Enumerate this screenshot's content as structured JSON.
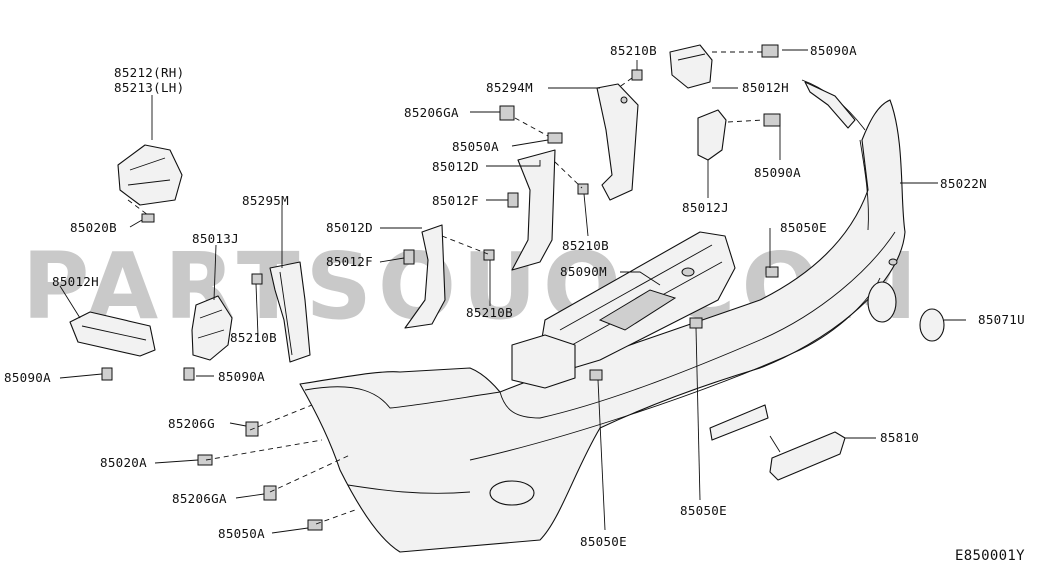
{
  "diagram_code": "E850001Y",
  "watermark_logo": "PARTSOUQ.COM",
  "callouts": [
    {
      "id": "c-85212-rh",
      "text": "85212(RH)"
    },
    {
      "id": "c-85213-lh",
      "text": "85213(LH)"
    },
    {
      "id": "c-85020b",
      "text": "85020B"
    },
    {
      "id": "c-85012h-left",
      "text": "85012H"
    },
    {
      "id": "c-85090a-left",
      "text": "85090A"
    },
    {
      "id": "c-85013j",
      "text": "85013J"
    },
    {
      "id": "c-85210b-left",
      "text": "85210B"
    },
    {
      "id": "c-85090a-mid",
      "text": "85090A"
    },
    {
      "id": "c-85295m",
      "text": "85295M"
    },
    {
      "id": "c-85206g",
      "text": "85206G"
    },
    {
      "id": "c-85020a",
      "text": "85020A"
    },
    {
      "id": "c-85206ga-bottom",
      "text": "85206GA"
    },
    {
      "id": "c-85050a-bottom",
      "text": "85050A"
    },
    {
      "id": "c-85206ga-top",
      "text": "85206GA"
    },
    {
      "id": "c-85050a-top",
      "text": "85050A"
    },
    {
      "id": "c-85012d-upper",
      "text": "85012D"
    },
    {
      "id": "c-85012f-upper",
      "text": "85012F"
    },
    {
      "id": "c-85012d-lower",
      "text": "85012D"
    },
    {
      "id": "c-85012f-lower",
      "text": "85012F"
    },
    {
      "id": "c-85210b-center",
      "text": "85210B"
    },
    {
      "id": "c-85294m",
      "text": "85294M"
    },
    {
      "id": "c-85210b-top",
      "text": "85210B"
    },
    {
      "id": "c-85210b-right",
      "text": "85210B"
    },
    {
      "id": "c-85090a-top-right",
      "text": "85090A"
    },
    {
      "id": "c-85012h-right",
      "text": "85012H"
    },
    {
      "id": "c-85090a-right",
      "text": "85090A"
    },
    {
      "id": "c-85012j",
      "text": "85012J"
    },
    {
      "id": "c-85090m",
      "text": "85090M"
    },
    {
      "id": "c-85050e-upper",
      "text": "85050E"
    },
    {
      "id": "c-85022n",
      "text": "85022N"
    },
    {
      "id": "c-85071u",
      "text": "85071U"
    },
    {
      "id": "c-85810",
      "text": "85810"
    },
    {
      "id": "c-85050e-mid",
      "text": "85050E"
    },
    {
      "id": "c-85050e-bottom",
      "text": "85050E"
    }
  ]
}
